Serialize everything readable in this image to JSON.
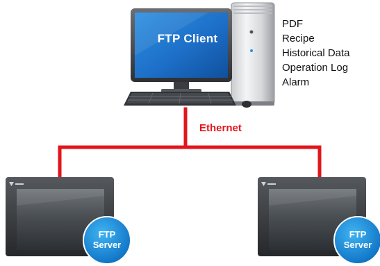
{
  "client": {
    "screen_label": "FTP Client"
  },
  "file_types": [
    "PDF",
    "Recipe",
    "Historical Data",
    "Operation Log",
    "Alarm"
  ],
  "network": {
    "label": "Ethernet",
    "color": "#e1161c"
  },
  "servers": [
    {
      "line1": "FTP",
      "line2": "Server"
    },
    {
      "line1": "FTP",
      "line2": "Server"
    }
  ]
}
